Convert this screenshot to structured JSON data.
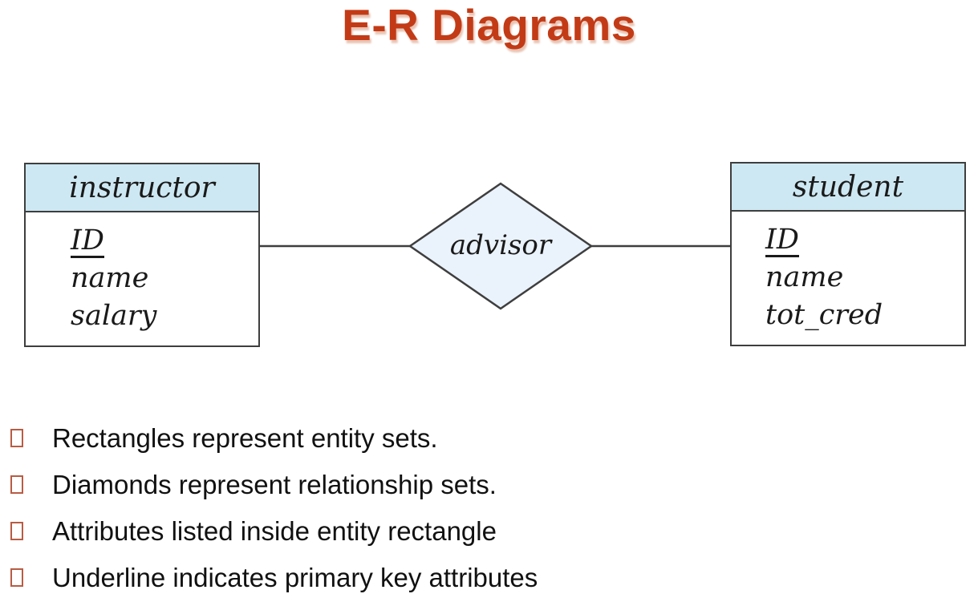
{
  "slide": {
    "title": "E-R Diagrams"
  },
  "diagram": {
    "entities": [
      {
        "name": "instructor",
        "attributes": [
          {
            "name": "ID",
            "primary_key": true
          },
          {
            "name": "name",
            "primary_key": false
          },
          {
            "name": "salary",
            "primary_key": false
          }
        ]
      },
      {
        "name": "student",
        "attributes": [
          {
            "name": "ID",
            "primary_key": true
          },
          {
            "name": "name",
            "primary_key": false
          },
          {
            "name": "tot_cred",
            "primary_key": false
          }
        ]
      }
    ],
    "relationship": {
      "name": "advisor"
    }
  },
  "bullets": [
    "Rectangles represent entity sets.",
    "Diamonds represent relationship sets.",
    "Attributes listed inside entity rectangle",
    "Underline indicates primary key attributes"
  ],
  "colors": {
    "title": "#c23b16",
    "bullet_square": "#b85c44",
    "entity_header_fill": "#cde8f2",
    "diamond_fill": "#eaf2fb",
    "shape_border": "#3e3e3e"
  }
}
